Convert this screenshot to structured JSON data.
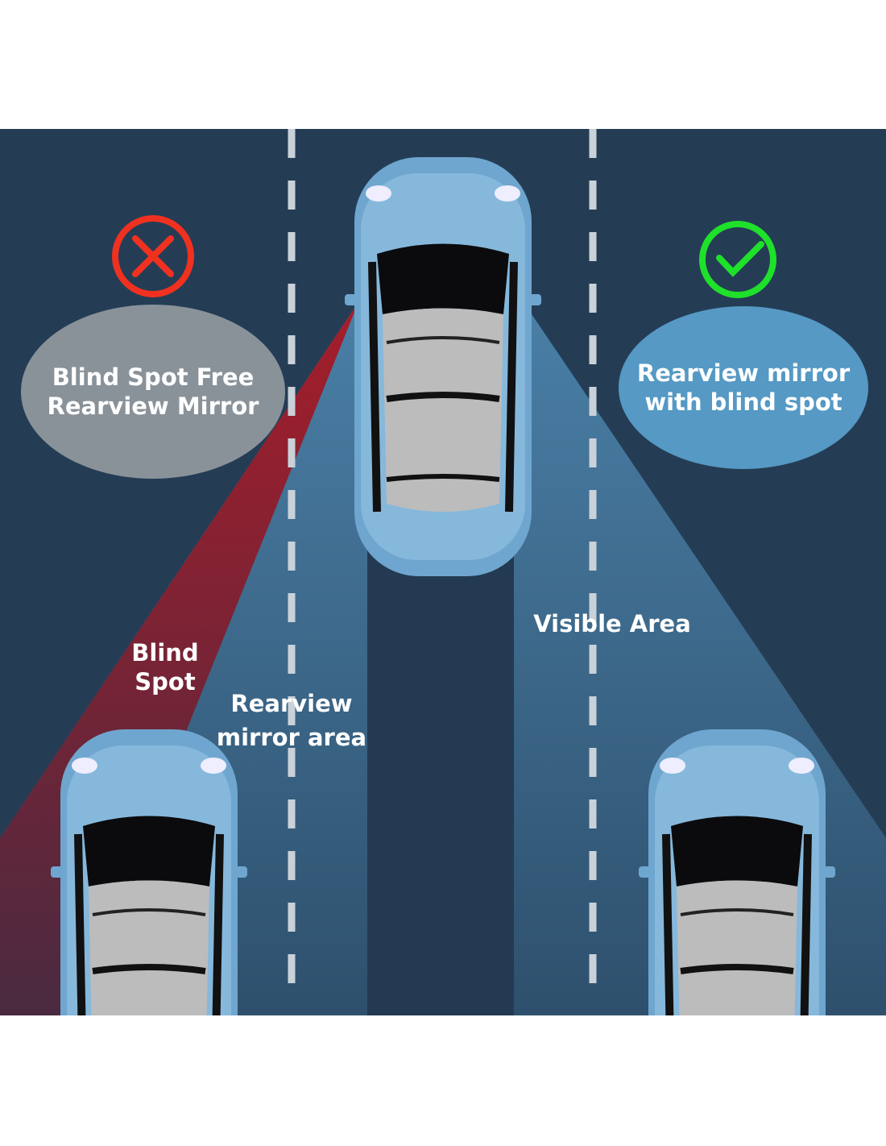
{
  "colors": {
    "road": "#243d55",
    "blind_spot": "#9b1f2c",
    "mirror_area": "#3e6d92",
    "bad": "#f0311f",
    "good": "#1fe02a",
    "grey_bubble": "#8a9299",
    "blue_bubble": "#5599c4",
    "car": "#6fa6cf"
  },
  "left_panel": {
    "icon": "x-circle-icon",
    "text_line1": "Blind Spot Free",
    "text_line2": "Rearview Mirror"
  },
  "right_panel": {
    "icon": "check-circle-icon",
    "text_line1": "Rearview mirror",
    "text_line2": "with blind spot"
  },
  "labels": {
    "blind_spot_1": "Blind",
    "blind_spot_2": "Spot",
    "rearview_1": "Rearview",
    "rearview_2": "mirror area",
    "visible_area": "Visible Area"
  }
}
